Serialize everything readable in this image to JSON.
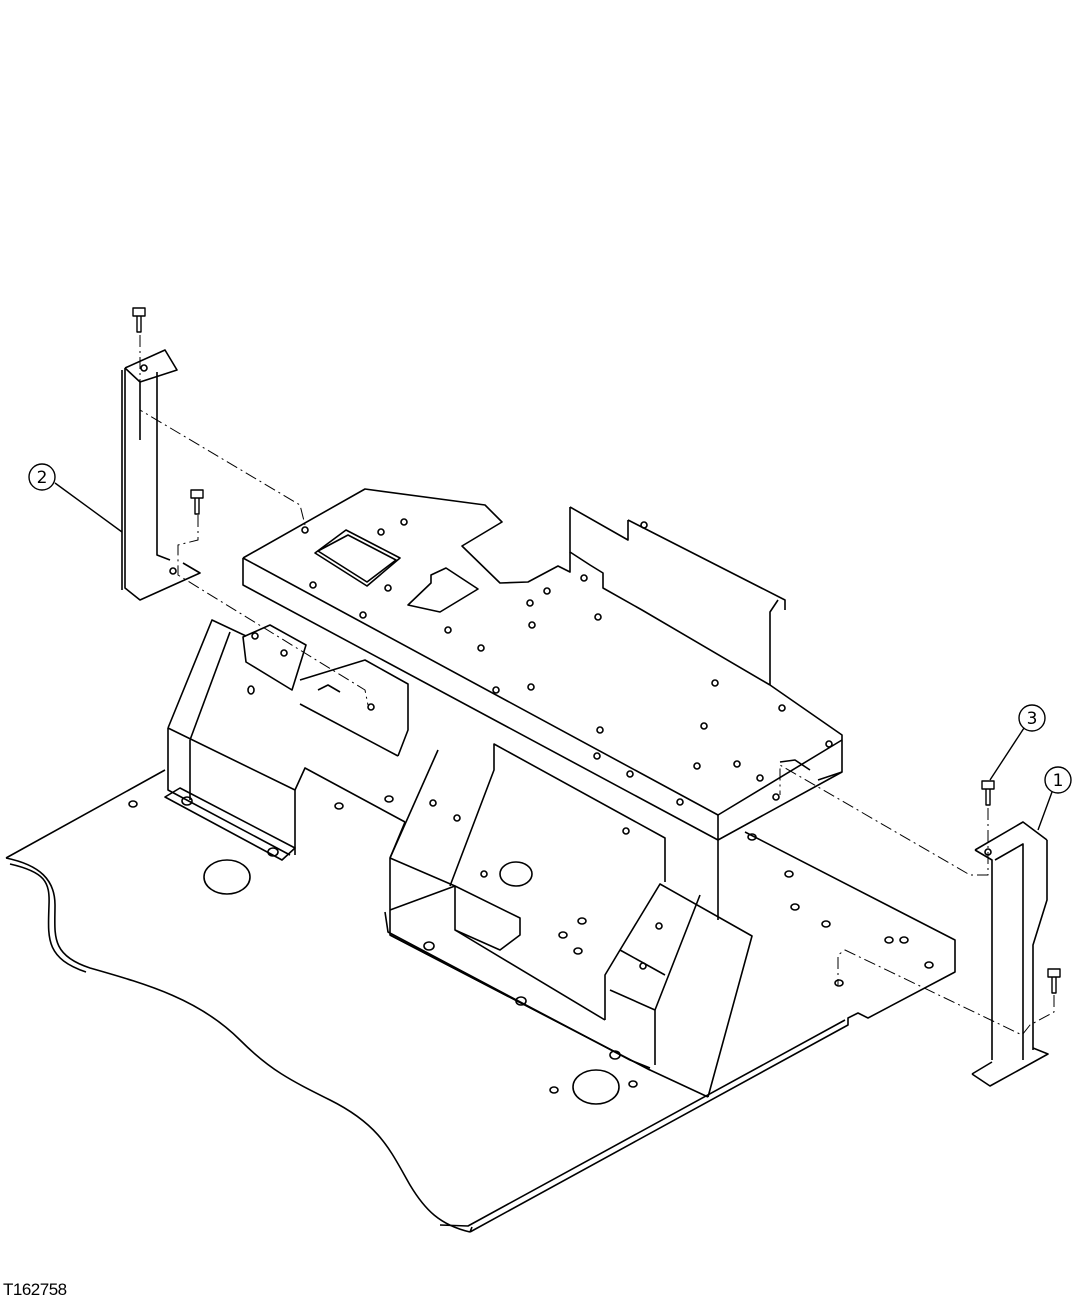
{
  "figure": {
    "id": "T162758"
  },
  "callouts": [
    {
      "number": "2",
      "part": "left-bracket"
    },
    {
      "number": "3",
      "part": "cap-screw"
    },
    {
      "number": "1",
      "part": "right-bracket"
    }
  ]
}
